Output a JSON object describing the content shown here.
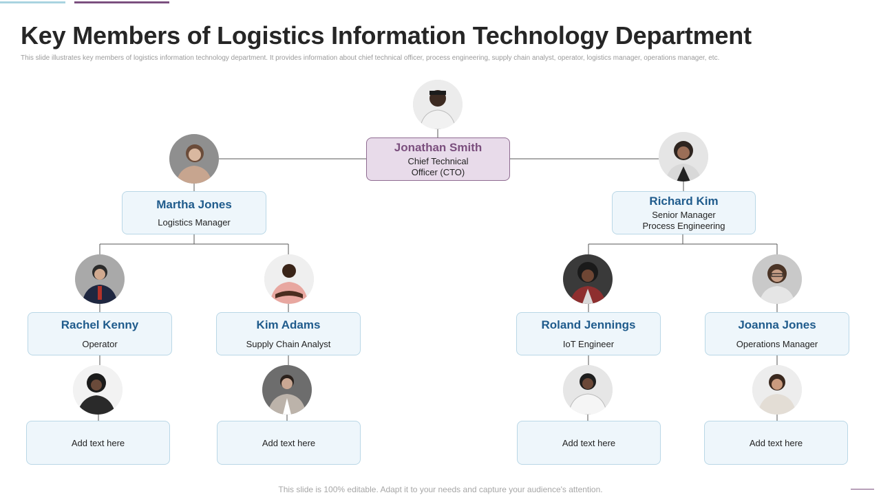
{
  "title": "Key Members of Logistics Information Technology Department",
  "subtitle": "This slide illustrates key members of logistics information technology department.  It provides information about chief technical officer, process engineering, supply chain analyst, operator, logistics manager, operations manager,  etc.",
  "footer": "This slide is 100% editable. Adapt it to your needs and capture your audience's attention.",
  "colors": {
    "accent_purple": "#7b4f7e",
    "accent_blue": "#1f5b8c",
    "box_fill": "#eef6fb",
    "cto_fill": "#e8dbea"
  },
  "people": {
    "cto": {
      "name": "Jonathan Smith",
      "role_line1": "Chief Technical",
      "role_line2": "Officer (CTO)",
      "photo": "person-photo-icon"
    },
    "martha": {
      "name": "Martha Jones",
      "role": "Logistics Manager",
      "photo": "person-photo-icon"
    },
    "richard": {
      "name": "Richard Kim",
      "role_line1": "Senior Manager",
      "role_line2": "Process Engineering",
      "photo": "person-photo-icon"
    },
    "rachel": {
      "name": "Rachel Kenny",
      "role": "Operator",
      "photo": "person-photo-icon"
    },
    "kim": {
      "name": "Kim Adams",
      "role": "Supply Chain Analyst",
      "photo": "person-photo-icon"
    },
    "roland": {
      "name": "Roland Jennings",
      "role": "IoT Engineer",
      "photo": "person-photo-icon"
    },
    "joanna": {
      "name": "Joanna Jones",
      "role": "Operations Manager",
      "photo": "person-photo-icon"
    }
  },
  "placeholders": {
    "p1": "Add text here",
    "p2": "Add text here",
    "p3": "Add text here",
    "p4": "Add text here"
  }
}
